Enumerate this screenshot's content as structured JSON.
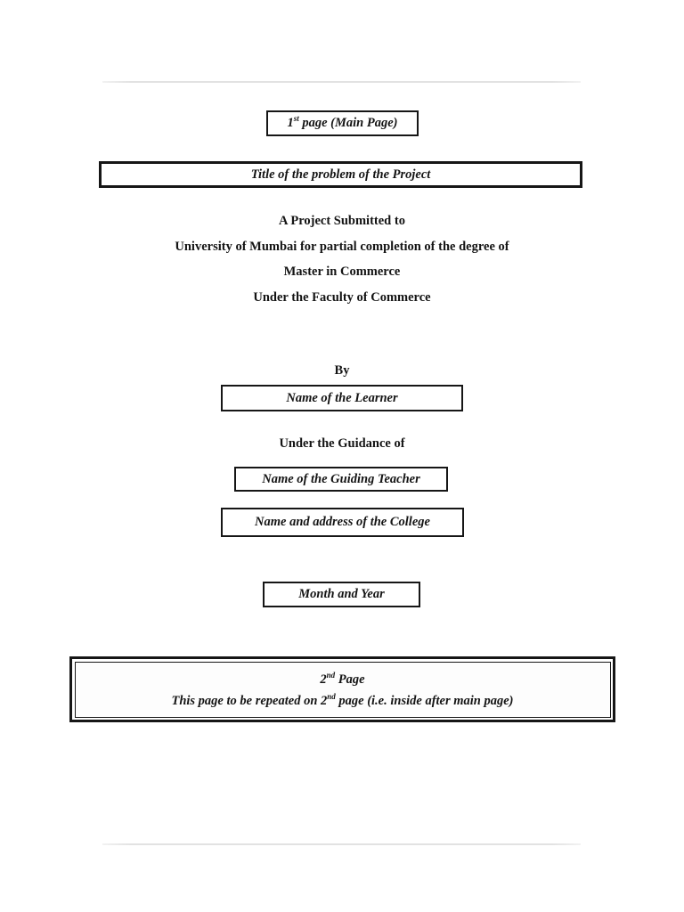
{
  "page": {
    "background_color": "#ffffff",
    "ink_color": "#141414",
    "border_color": "#161616",
    "separator_color": "#e2e2e2"
  },
  "first_page_box": {
    "num": "1",
    "sup": "st",
    "rest": " page (Main Page)"
  },
  "title_box": {
    "label": "Title of the problem of the Project"
  },
  "submission": {
    "lines": [
      "A Project Submitted to",
      "University of Mumbai for partial completion of the degree of",
      "Master in Commerce",
      "Under the Faculty of Commerce"
    ]
  },
  "by_label": "By",
  "learner_box": {
    "label": "Name of the Learner"
  },
  "guidance_label": "Under the Guidance of",
  "teacher_box": {
    "label": "Name of the Guiding Teacher"
  },
  "college_box": {
    "label": "Name and address of the College"
  },
  "month_box": {
    "label": "Month and Year"
  },
  "second_page_box": {
    "heading_num": "2",
    "heading_sup": "nd",
    "heading_rest": " Page",
    "note_pre": "This page to be repeated on 2",
    "note_sup": "nd",
    "note_rest": " page (i.e. inside after main page)"
  }
}
